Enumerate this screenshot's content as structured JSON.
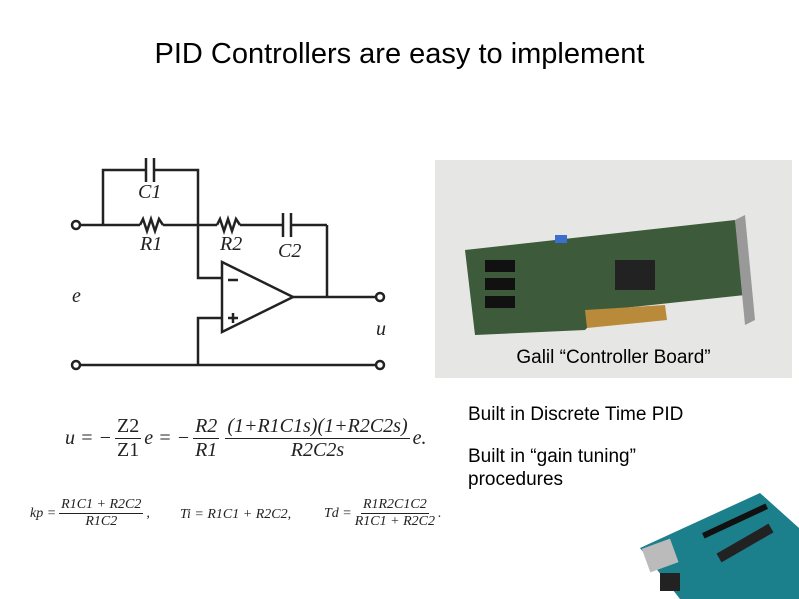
{
  "title": "PID Controllers are easy to implement",
  "circuit": {
    "labels": {
      "c1": "C1",
      "r1": "R1",
      "r2": "R2",
      "c2": "C2",
      "e": "e",
      "u": "u"
    }
  },
  "photo_board": {
    "caption": "Galil “Controller Board”"
  },
  "bullets": [
    "Built in Discrete Time PID",
    "Built in “gain tuning” procedures"
  ],
  "equations": {
    "main": {
      "lhs": "u = −",
      "f1_num": "Z2",
      "f1_den": "Z1",
      "mid": "e = −",
      "f2_num": "R2",
      "f2_den": "R1",
      "f3_num": "(1+R1C1s)(1+R2C2s)",
      "f3_den": "R2C2s",
      "tail": "e."
    },
    "kp": {
      "lhs": "kp =",
      "num": "R1C1 + R2C2",
      "den": "R1C2",
      "tail": ","
    },
    "ti": {
      "text": "Ti = R1C1 + R2C2,"
    },
    "td": {
      "lhs": "Td =",
      "num": "R1R2C1C2",
      "den": "R1C1 + R2C2",
      "tail": "."
    }
  }
}
